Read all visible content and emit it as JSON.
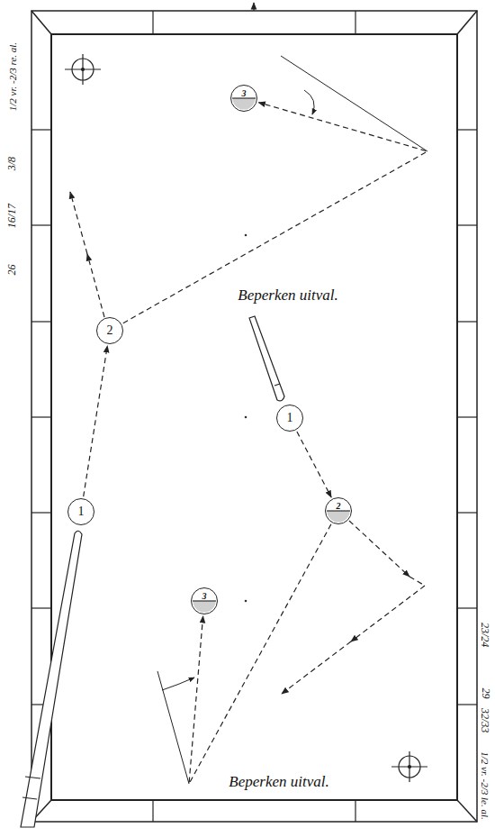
{
  "diagram": {
    "nodes": [
      {
        "text": [
          "1"
        ]
      },
      {
        "text": [
          "2"
        ]
      },
      {
        "text": [
          "3"
        ]
      },
      {
        "text": [
          "1"
        ]
      },
      {
        "text": [
          "2"
        ]
      },
      {
        "text": [
          "3"
        ]
      }
    ],
    "edges": [
      {
        "from": 0,
        "to": 1,
        "arrow": "to"
      },
      {
        "from": 1,
        "to": 2,
        "arrow": "to"
      },
      {
        "from": 3,
        "to": 4,
        "arrow": "to"
      },
      {
        "from": 4,
        "to": 5,
        "arrow": "to"
      }
    ],
    "labels": [
      "1/2 vr. -2/3 re. al.",
      "3/8",
      "16/17",
      "26",
      "Beperken uitval.",
      "Beperken uitval.",
      "23/24",
      "29",
      "32/33",
      "1/2 vr. -2/3 le. al."
    ]
  }
}
